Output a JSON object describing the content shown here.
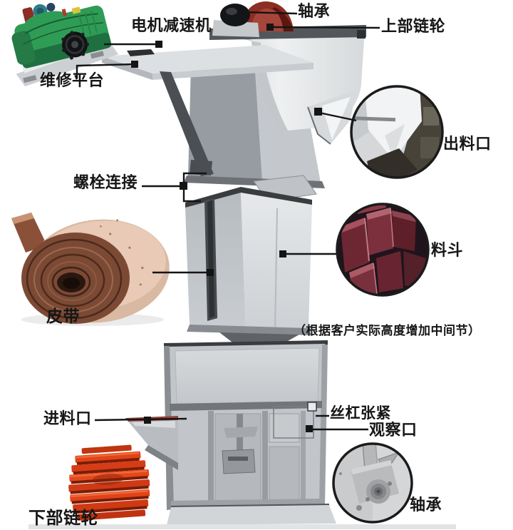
{
  "diagram": {
    "type": "bucket-elevator-parts-diagram",
    "labels": {
      "motor_reducer": "电机减速机",
      "bearing_top": "轴承",
      "upper_sprocket": "上部链轮",
      "maintenance_platform": "维修平台",
      "discharge_port": "出料口",
      "bolt_connection": "螺栓连接",
      "bucket": "料斗",
      "belt": "皮带",
      "middle_note": "（根据客户实际高度增加中间节）",
      "feed_inlet": "进料口",
      "screw_tensioner": "丝杠张紧",
      "inspection_port": "观察口",
      "bearing_bottom": "轴承",
      "lower_sprocket": "下部链轮"
    },
    "colors": {
      "background": "#ffffff",
      "label_text": "#161616",
      "leader_line": "#141414",
      "machine_gray": "#c6c9cd",
      "sprocket_cover_red": "#8e2d23",
      "bucket_stack_red": "#d63c16",
      "belt_brown": "#7c4a34",
      "reducer_green": "#2f9c56",
      "hopper_inset_maroon": "#6d2733"
    }
  }
}
